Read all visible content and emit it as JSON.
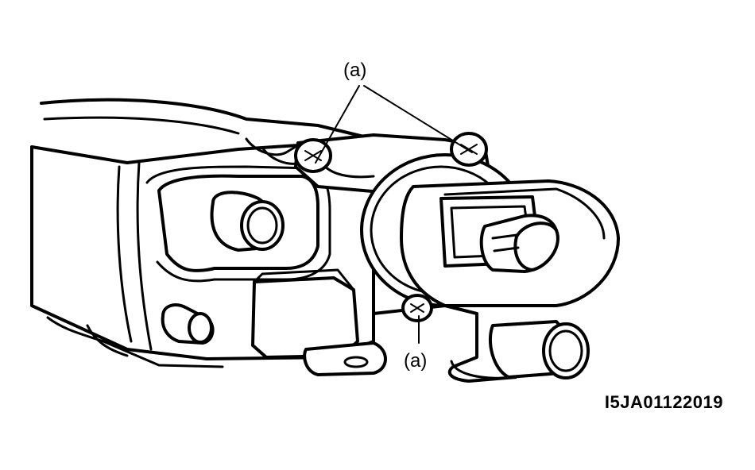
{
  "figure": {
    "callouts": [
      {
        "id": "a-top",
        "text": "(a)"
      },
      {
        "id": "a-bottom",
        "text": "(a)"
      }
    ],
    "figure_code": "I5JA01122019"
  }
}
